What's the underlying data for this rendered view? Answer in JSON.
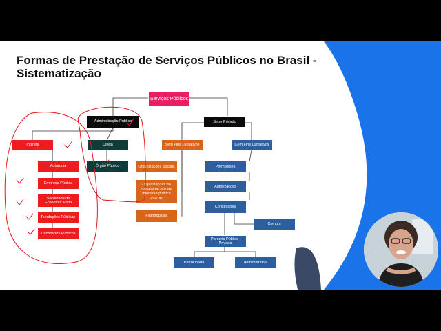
{
  "slide": {
    "title_line1": "Formas de Prestação de Serviços Públicos no Brasil -",
    "title_line2": "Sistematização"
  },
  "nodes": {
    "servicos_publicos": "Serviços Públicos",
    "administracao_publica": "Administração Pública",
    "setor_privado": "Setor Privado",
    "indireta": "Indireta",
    "direta": "Direta",
    "sem_fins_lucrativos": "Sem Fins Lucrativos",
    "com_fins_lucrativos": "Com Fins Lucrativos",
    "autarquia": "Autarquia",
    "empresa_publica": "Empresa Pública",
    "sociedade_economia_mista": "Sociedade de Economia Mista",
    "fundacoes_publicas": "Fundações Públicas",
    "consorcios_publicos": "Consórcios Públicos",
    "orgao_publico": "Órgão Público",
    "organizacoes_sociais": "Organizações Sociais",
    "oscip": "Organizações da Sociedade civil de interesse público (OSCIP)",
    "filantropicas": "Filantrópicas",
    "permissoes": "Permissões",
    "autorizacoes": "Autorizações",
    "concessoes": "Concessões",
    "comum": "Comum",
    "parceria_publico_privada": "Parceria Público-Privada",
    "patrocinada": "Patrocinada",
    "administrativa": "Administrativa"
  },
  "colors": {
    "root": "#e91e63",
    "public_admin": "#0b0b0b",
    "indirect": "#ee1c1c",
    "direct": "#0f3b3b",
    "non_profit": "#d9641a",
    "for_profit": "#2b5fa0",
    "annotation": "#e8141b",
    "accent_blue": "#1a73e8"
  },
  "decor": {
    "left_icon": "gray-leaf-shape",
    "right_icon": "blue-leaf-shape",
    "presenter": "webcam-avatar"
  }
}
